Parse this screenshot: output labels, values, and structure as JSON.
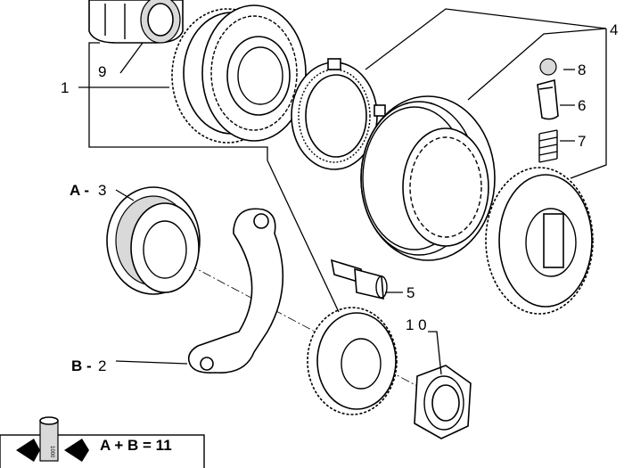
{
  "callouts": {
    "c1": "1",
    "c2": "2",
    "c3": "3",
    "c4": "4",
    "c5": "5",
    "c6": "6",
    "c7": "7",
    "c8": "8",
    "c9": "9",
    "c10": "1 0"
  },
  "group_labels": {
    "a": "A -",
    "b": "B -"
  },
  "legend": {
    "formula": "A + B = 11",
    "box_text": "1000"
  }
}
